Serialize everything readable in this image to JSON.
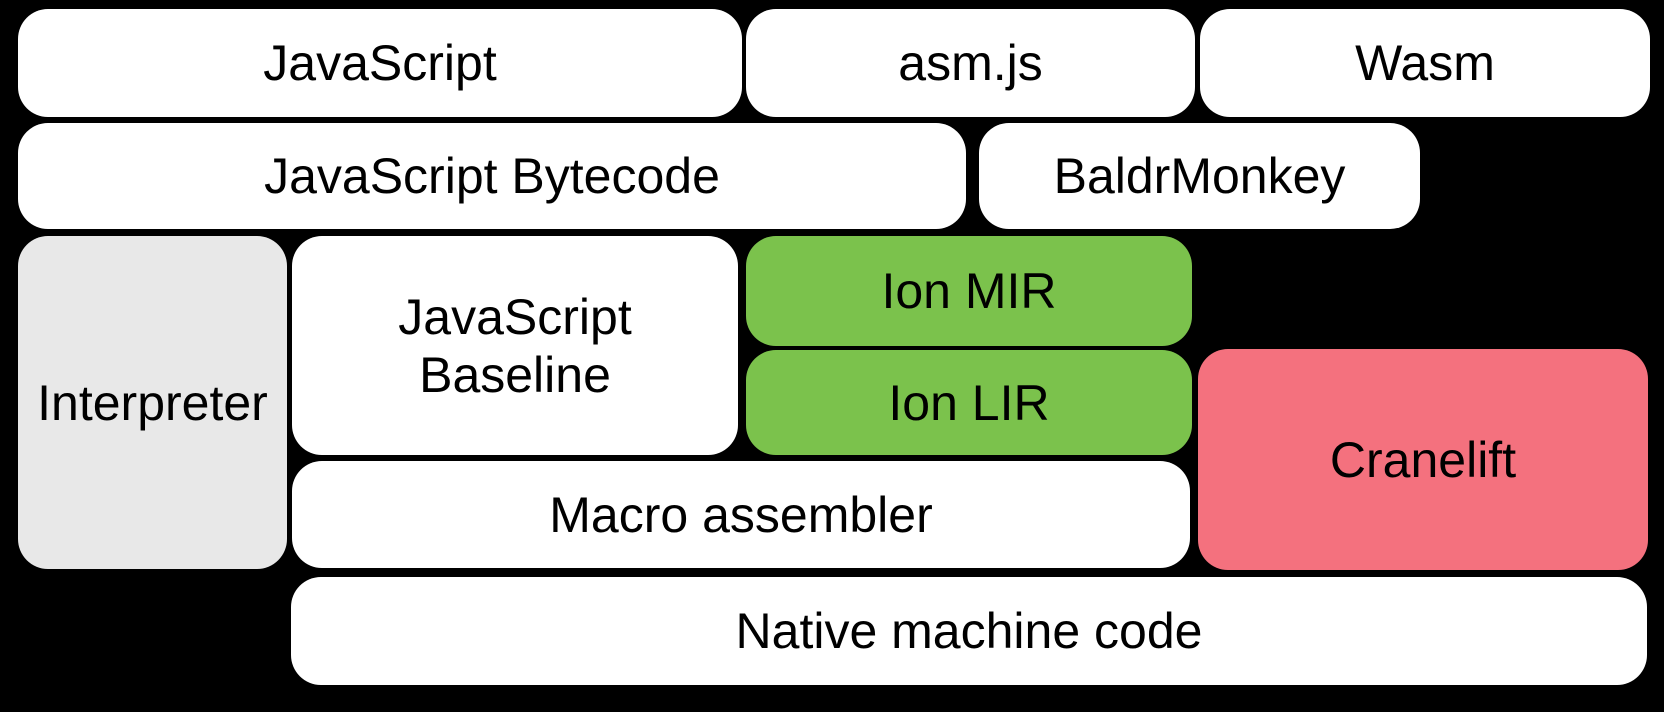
{
  "colors": {
    "background": "#000000",
    "box_white": "#ffffff",
    "box_gray": "#e8e8e8",
    "box_green": "#7bc24c",
    "box_pink": "#f4717e",
    "text": "#000000"
  },
  "nodes": {
    "javascript": {
      "label": "JavaScript"
    },
    "asmjs": {
      "label": "asm.js"
    },
    "wasm": {
      "label": "Wasm"
    },
    "js_bytecode": {
      "label": "JavaScript Bytecode"
    },
    "baldrmonkey": {
      "label": "BaldrMonkey"
    },
    "interpreter": {
      "label": "Interpreter"
    },
    "js_baseline": {
      "label": "JavaScript\nBaseline"
    },
    "ion_mir": {
      "label": "Ion MIR"
    },
    "ion_lir": {
      "label": "Ion LIR"
    },
    "cranelift": {
      "label": "Cranelift"
    },
    "macro_assembler": {
      "label": "Macro assembler"
    },
    "native_machine_code": {
      "label": "Native machine code"
    }
  }
}
